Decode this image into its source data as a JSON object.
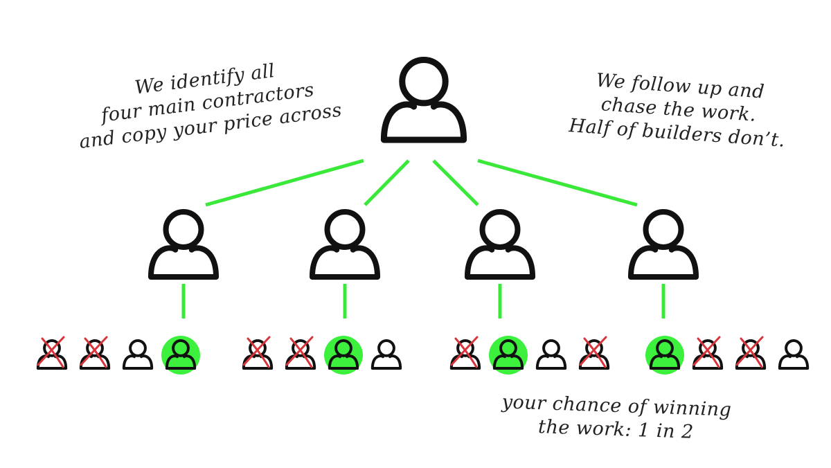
{
  "colors": {
    "connector": "#39e839",
    "winner_fill": "#3df03d",
    "cross": "#d9333a",
    "ink": "#111111"
  },
  "annotations": {
    "left": [
      "We identify all",
      "four main contractors",
      "and copy your price across"
    ],
    "right": [
      "We follow up and",
      "chase the work.",
      "Half of builders don’t."
    ],
    "bottom": [
      "your chance of winning",
      "the work: 1 in 2"
    ]
  },
  "hierarchy": {
    "top_icon": "person-icon",
    "main_contractor_count": 4,
    "builder_groups": [
      [
        "crossed",
        "crossed",
        "neutral",
        "winner"
      ],
      [
        "crossed",
        "crossed",
        "winner",
        "neutral"
      ],
      [
        "crossed",
        "winner",
        "neutral",
        "crossed"
      ],
      [
        "winner",
        "crossed",
        "crossed",
        "neutral"
      ]
    ],
    "linked_builder_index": [
      3,
      2,
      1,
      0
    ]
  }
}
